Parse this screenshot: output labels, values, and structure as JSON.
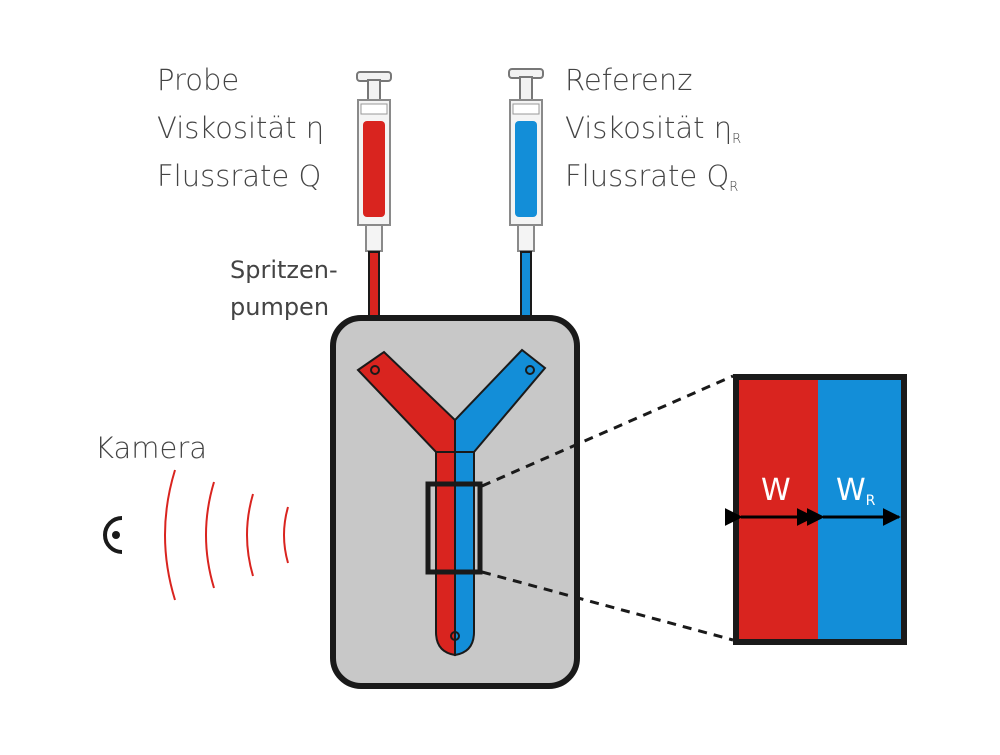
{
  "sample": {
    "line1": "Probe",
    "line2": "Viskosität η",
    "line3": "Flussrate Q",
    "color": "#d9241f"
  },
  "reference": {
    "line1": "Referenz",
    "line2": "Viskosität η",
    "line2_sub": "R",
    "line3": "Flussrate Q",
    "line3_sub": "R",
    "color": "#138ed8"
  },
  "pumps": {
    "line1": "Spritzen-",
    "line2": "pumpen"
  },
  "camera": {
    "label": "Kamera"
  },
  "zoom": {
    "width_label": "W",
    "ref_width_label": "W",
    "ref_width_sub": "R"
  },
  "colors": {
    "chip_fill": "#c8c8c8",
    "outline": "#1a1a1a",
    "camera_waves": "#d9241f"
  }
}
